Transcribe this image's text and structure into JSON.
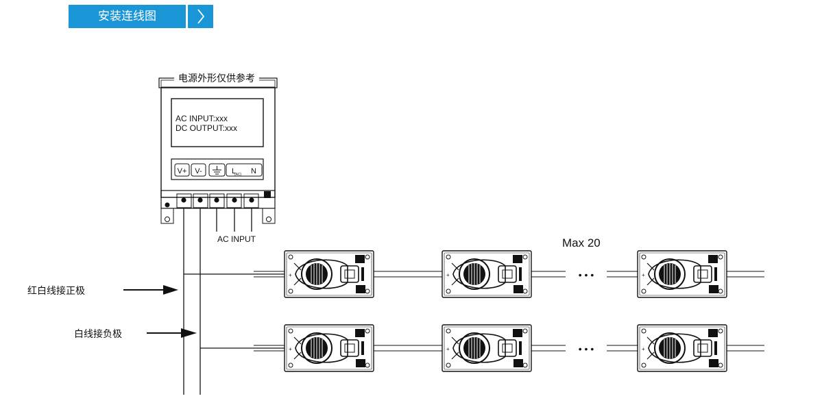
{
  "header": {
    "title": "安装连线图",
    "chevron_icon": "chevron-right-icon",
    "color": "#1a96d6"
  },
  "power_supply": {
    "caption": "电源外形仅供参考",
    "display_line1": "AC INPUT:xxx",
    "display_line2": "DC OUTPUT:xxx",
    "terminals": [
      "V+",
      "V-",
      "ground-icon",
      "L",
      "N"
    ],
    "terminal_sub": "(AC)",
    "ac_input_label": "AC INPUT"
  },
  "annotations": {
    "max_label": "Max 20",
    "positive_label": "红白线接正极",
    "negative_label": "白线接负极"
  },
  "modules": {
    "rows": 2,
    "per_row_drawn": 3,
    "ellipsis": "• • •"
  }
}
